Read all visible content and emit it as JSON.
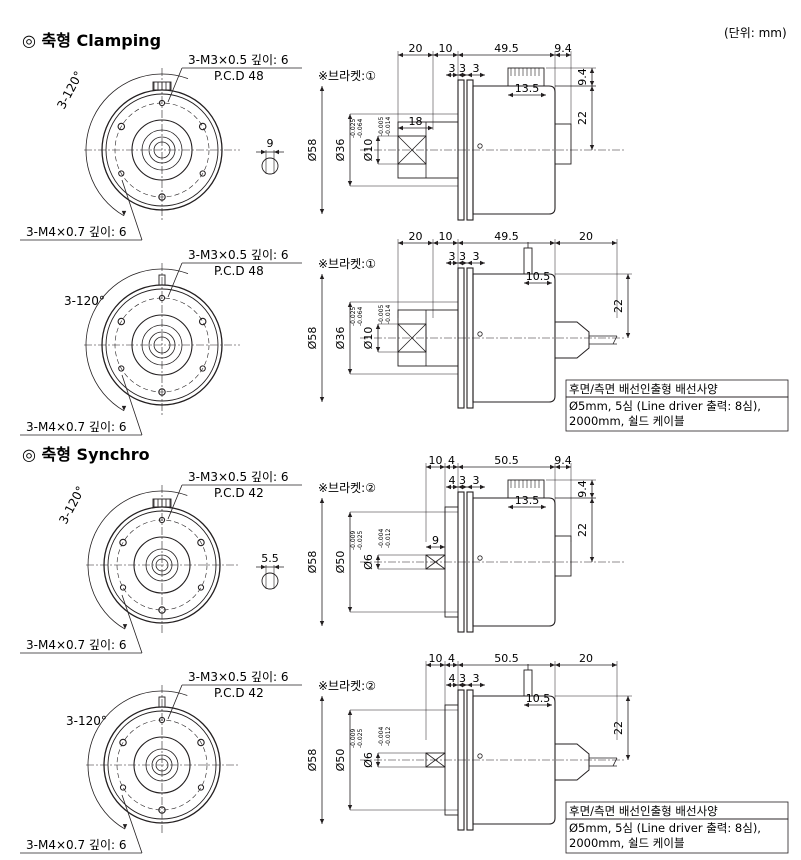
{
  "unit_label": "(단위: mm)",
  "sections": [
    {
      "title": "◎ 축형 Clamping",
      "variants": [
        {
          "front": {
            "m3_label": "3-M3×0.5 깊이: 6",
            "pcd_label": "P.C.D 48",
            "angle_label": "3-120°",
            "m4_label": "3-M4×0.7 깊이: 6",
            "shaft_flat_label": "9"
          },
          "side": {
            "bracket_label": "※브라켓:①",
            "top_dims": [
              "20",
              "10",
              "49.5",
              "9.4"
            ],
            "sub_dims": [
              "3",
              "3",
              "3"
            ],
            "connector_dim": "13.5",
            "body_dia": "Ø58",
            "flange_dia": "Ø36",
            "flange_tol_top": "-0.025",
            "flange_tol_bot": "-0.064",
            "shaft_dia": "Ø10",
            "shaft_tol_top": "-0.005",
            "shaft_tol_bot": "-0.014",
            "shaft_len": "18",
            "conn_height": "9.4",
            "conn_offset": "22"
          }
        },
        {
          "front": {
            "m3_label": "3-M3×0.5 깊이: 6",
            "pcd_label": "P.C.D 48",
            "angle_label": "3-120°",
            "m4_label": "3-M4×0.7 깊이: 6"
          },
          "side": {
            "bracket_label": "※브라켓:①",
            "top_dims": [
              "20",
              "10",
              "49.5",
              "20"
            ],
            "sub_dims": [
              "3",
              "3",
              "3"
            ],
            "connector_dim": "10.5",
            "body_dia": "Ø58",
            "flange_dia": "Ø36",
            "flange_tol_top": "-0.025",
            "flange_tol_bot": "-0.064",
            "shaft_dia": "Ø10",
            "shaft_tol_top": "-0.005",
            "shaft_tol_bot": "-0.014",
            "conn_offset": "22",
            "cable_note": [
              "후면/측면 배선인출형 배선사양",
              "Ø5mm, 5심 (Line driver 출력: 8심),",
              "2000mm, 쉴드 케이블"
            ]
          }
        }
      ]
    },
    {
      "title": "◎ 축형 Synchro",
      "variants": [
        {
          "front": {
            "m3_label": "3-M3×0.5 깊이: 6",
            "pcd_label": "P.C.D 42",
            "angle_label": "3-120°",
            "m4_label": "3-M4×0.7 깊이: 6",
            "shaft_flat_label": "5.5"
          },
          "side": {
            "bracket_label": "※브라켓:②",
            "top_dims": [
              "10",
              "4",
              "50.5",
              "9.4"
            ],
            "sub_dims": [
              "4",
              "3",
              "3"
            ],
            "connector_dim": "13.5",
            "body_dia": "Ø58",
            "flange_dia": "Ø50",
            "flange_tol_top": "-0.009",
            "flange_tol_bot": "-0.025",
            "shaft_dia": "Ø6",
            "shaft_tol_top": "-0.004",
            "shaft_tol_bot": "-0.012",
            "shaft_len": "9",
            "conn_height": "9.4",
            "conn_offset": "22"
          }
        },
        {
          "front": {
            "m3_label": "3-M3×0.5 깊이: 6",
            "pcd_label": "P.C.D 42",
            "angle_label": "3-120°",
            "m4_label": "3-M4×0.7 깊이: 6"
          },
          "side": {
            "bracket_label": "※브라켓:②",
            "top_dims": [
              "10",
              "4",
              "50.5",
              "20"
            ],
            "sub_dims": [
              "4",
              "3",
              "3"
            ],
            "connector_dim": "10.5",
            "body_dia": "Ø58",
            "flange_dia": "Ø50",
            "flange_tol_top": "-0.009",
            "flange_tol_bot": "-0.025",
            "shaft_dia": "Ø6",
            "shaft_tol_top": "-0.004",
            "shaft_tol_bot": "-0.012",
            "conn_offset": "22",
            "cable_note": [
              "후면/측면 배선인출형 배선사양",
              "Ø5mm, 5심 (Line driver 출력: 8심),",
              "2000mm, 쉴드 케이블"
            ]
          }
        }
      ]
    }
  ]
}
